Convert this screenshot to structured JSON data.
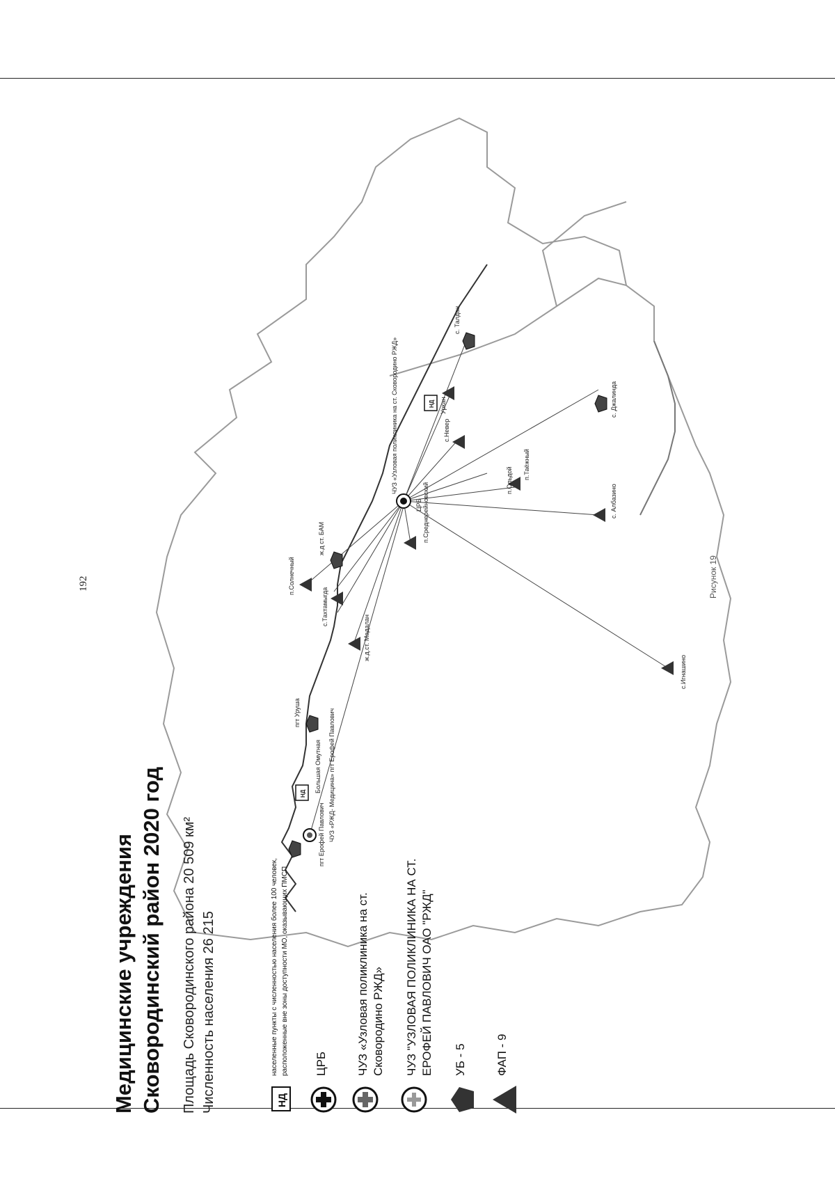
{
  "page_number": "192",
  "caption": "Рисунок 19",
  "slide": {
    "title_line1": "Медицинские учреждения",
    "title_line2": "Сковородинский район 2020 год",
    "area_line": "Площадь Сковородинского района 20 509  км²",
    "population_line": "Численность населения 26 215"
  },
  "legend": {
    "nd_symbol": "НД",
    "nd_label": "населенные пункты с численностью населения более 100 человек, расположенные вне зоны доступности МО, оказывающих ПМСП",
    "crb_label": "ЦРБ",
    "chuz_skovorodino_label": "ЧУЗ «Узловая поликлиника на ст. Сковородино РЖД»",
    "chuz_erofey_label": "ЧУЗ \"УЗЛОВАЯ ПОЛИКЛИНИКА НА СТ. ЕРОФЕЙ ПАВЛОВИЧ ОАО \"РЖД\"",
    "ub_label": "УБ - 5",
    "fap_label": "ФАП - 9"
  },
  "map_labels": {
    "solnechny": "п.Солнечный",
    "bam": "ж.д ст. БАМ",
    "tygdinskaya": "с.Тахтамыгда",
    "madalan": "ж.д.ст. Мадалан",
    "uruchi": "пгт Уруша",
    "bolshaya_omutnaya": "Большая Омутная",
    "erofey": "пгт Ерофей Павлович",
    "chuz_erofey_map": "ЧУЗ «РЖД- Медицина» пгт Ерофей Павлович",
    "chuz_skov_map": "ЧУЗ «Узловая поликлиника на ст. Сковородино РЖД»",
    "never": "с.Невер",
    "urkan": "Уркан",
    "talali": "с. Талдан",
    "dzhalinda": "с. Джалинда",
    "albazino": "с. Албазино",
    "taldan": "п.Таёжный",
    "srednereyskiy": "п.Среднерейновский",
    "oldoy": "п.Ольдой",
    "ignashino": "с.Игнашино",
    "crb_map": "ЦРБ",
    "nd_symbol_map": "НД"
  },
  "colors": {
    "ink": "#111111",
    "border": "#9a9a9a",
    "river": "#333333",
    "symbol_gray": "#555555"
  }
}
